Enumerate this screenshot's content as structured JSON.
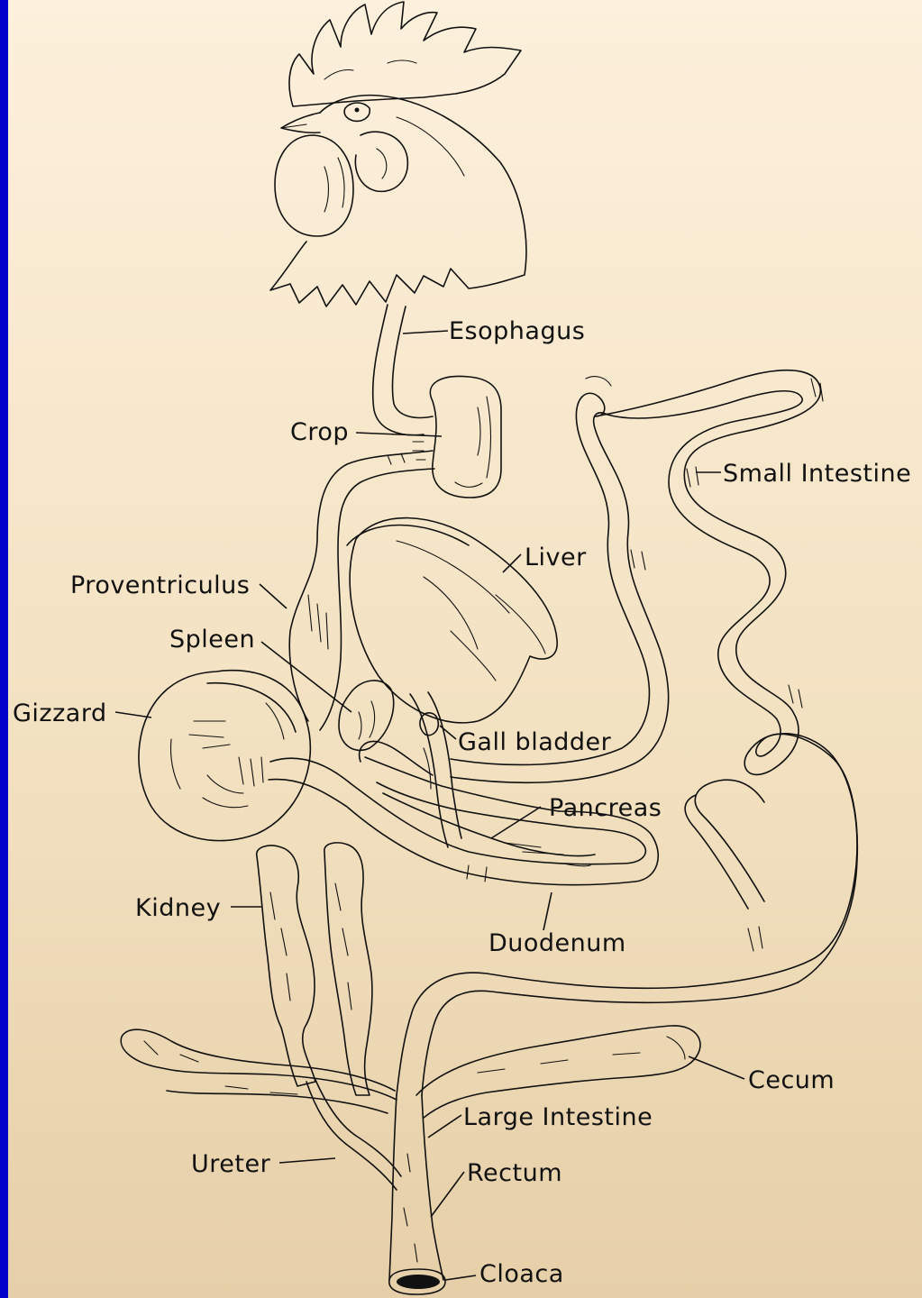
{
  "diagram": {
    "labels": {
      "esophagus": "Esophagus",
      "crop": "Crop",
      "small_intestine": "Small Intestine",
      "liver": "Liver",
      "proventriculus": "Proventriculus",
      "spleen": "Spleen",
      "gizzard": "Gizzard",
      "gall_bladder": "Gall bladder",
      "pancreas": "Pancreas",
      "kidney": "Kidney",
      "duodenum": "Duodenum",
      "cecum": "Cecum",
      "large_intestine": "Large Intestine",
      "ureter": "Ureter",
      "rectum": "Rectum",
      "cloaca": "Cloaca"
    }
  },
  "colors": {
    "frame": "#0000c8",
    "background_top": "#fdf0dc",
    "background_bottom": "#e6cfa8",
    "line": "#111111"
  }
}
